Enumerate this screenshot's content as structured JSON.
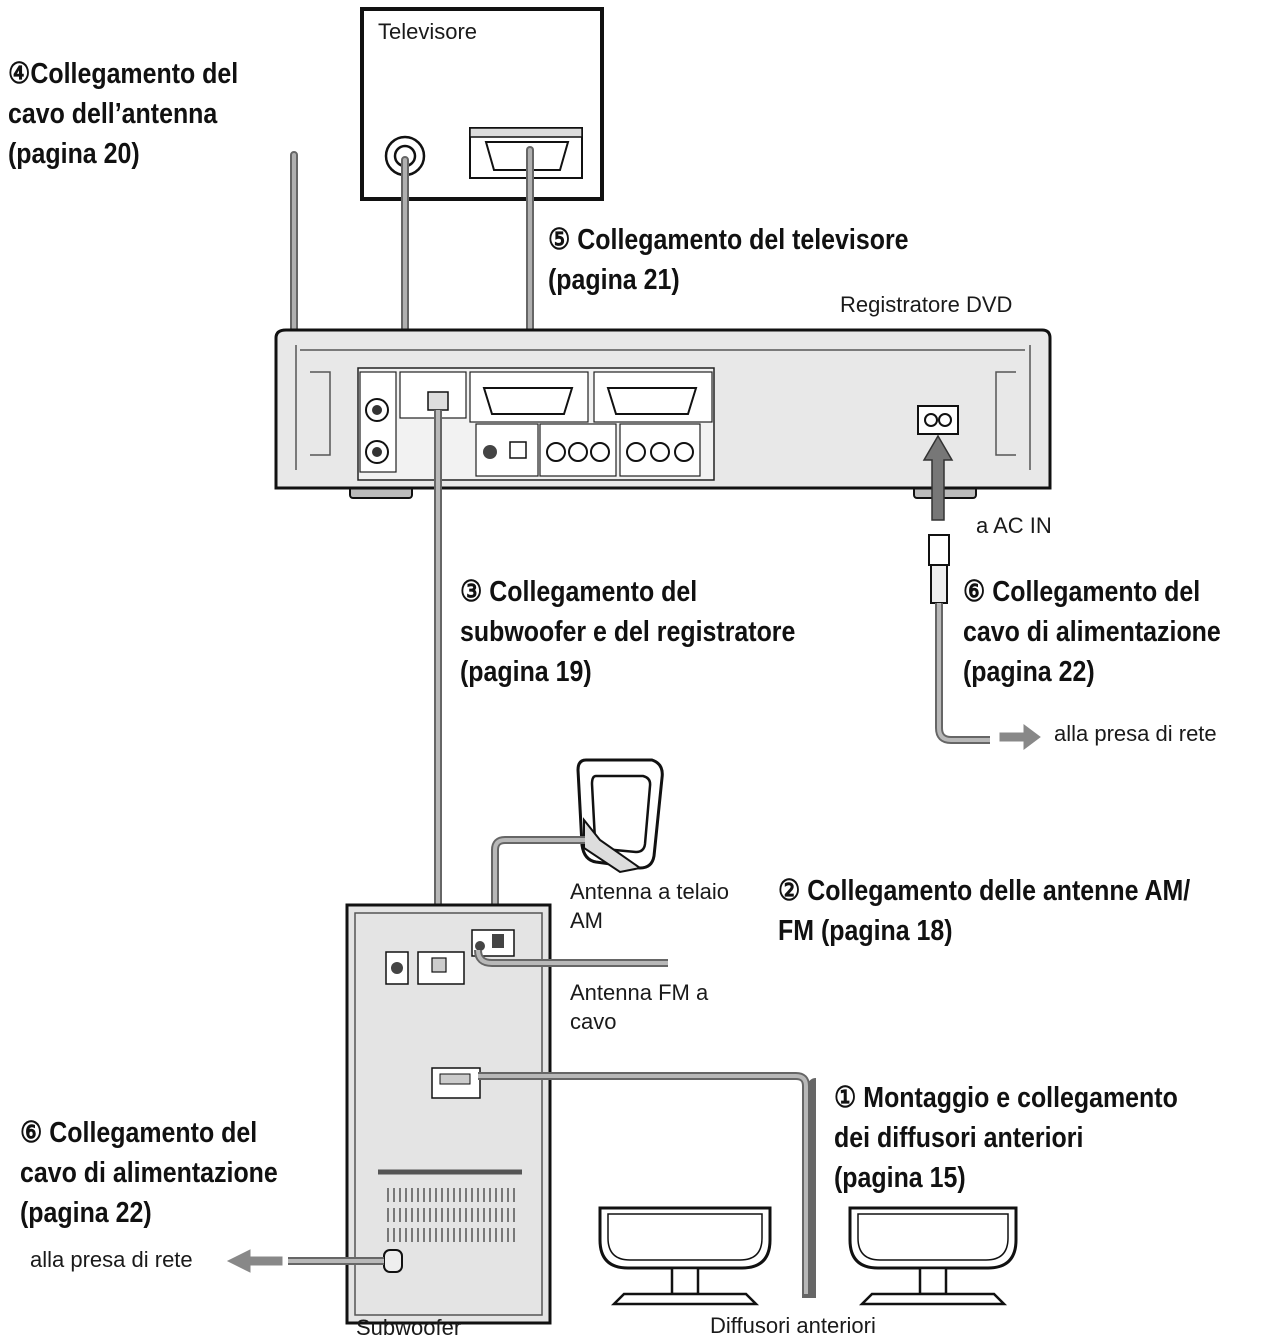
{
  "labels": {
    "tv": "Televisore",
    "dvd_recorder": "Registratore DVD",
    "ac_in": "a AC IN",
    "mains_outlet_right": "alla presa di rete",
    "am_loop": [
      "Antenna a telaio",
      "AM"
    ],
    "fm_wire": [
      "Antenna FM a",
      "cavo"
    ],
    "mains_outlet_left": "alla presa di rete",
    "subwoofer": "Subwoofer",
    "front_speakers": "Diffusori anteriori"
  },
  "steps": {
    "antenna_cable": [
      "④Collegamento del",
      "cavo dell’antenna",
      "(pagina 20)"
    ],
    "tv_connection": [
      "⑤ Collegamento del televisore",
      "(pagina 21)"
    ],
    "subwoofer_recorder": [
      "③ Collegamento del",
      "subwoofer e del registratore",
      "(pagina 19)"
    ],
    "power_cord_right": [
      "⑥ Collegamento del",
      "cavo di alimentazione",
      "(pagina 22)"
    ],
    "am_fm_antennas": [
      "② Collegamento delle antenne AM/",
      "FM (pagina 18)"
    ],
    "front_speakers": [
      "① Montaggio e collegamento",
      "dei diffusori anteriori",
      "(pagina 15)"
    ],
    "power_cord_left": [
      "⑥ Collegamento del",
      "cavo di alimentazione",
      "(pagina 22)"
    ]
  },
  "colors": {
    "cable": "#8a8a8a",
    "device_fill": "#e6e6e6",
    "outline": "#1a1a1a"
  }
}
